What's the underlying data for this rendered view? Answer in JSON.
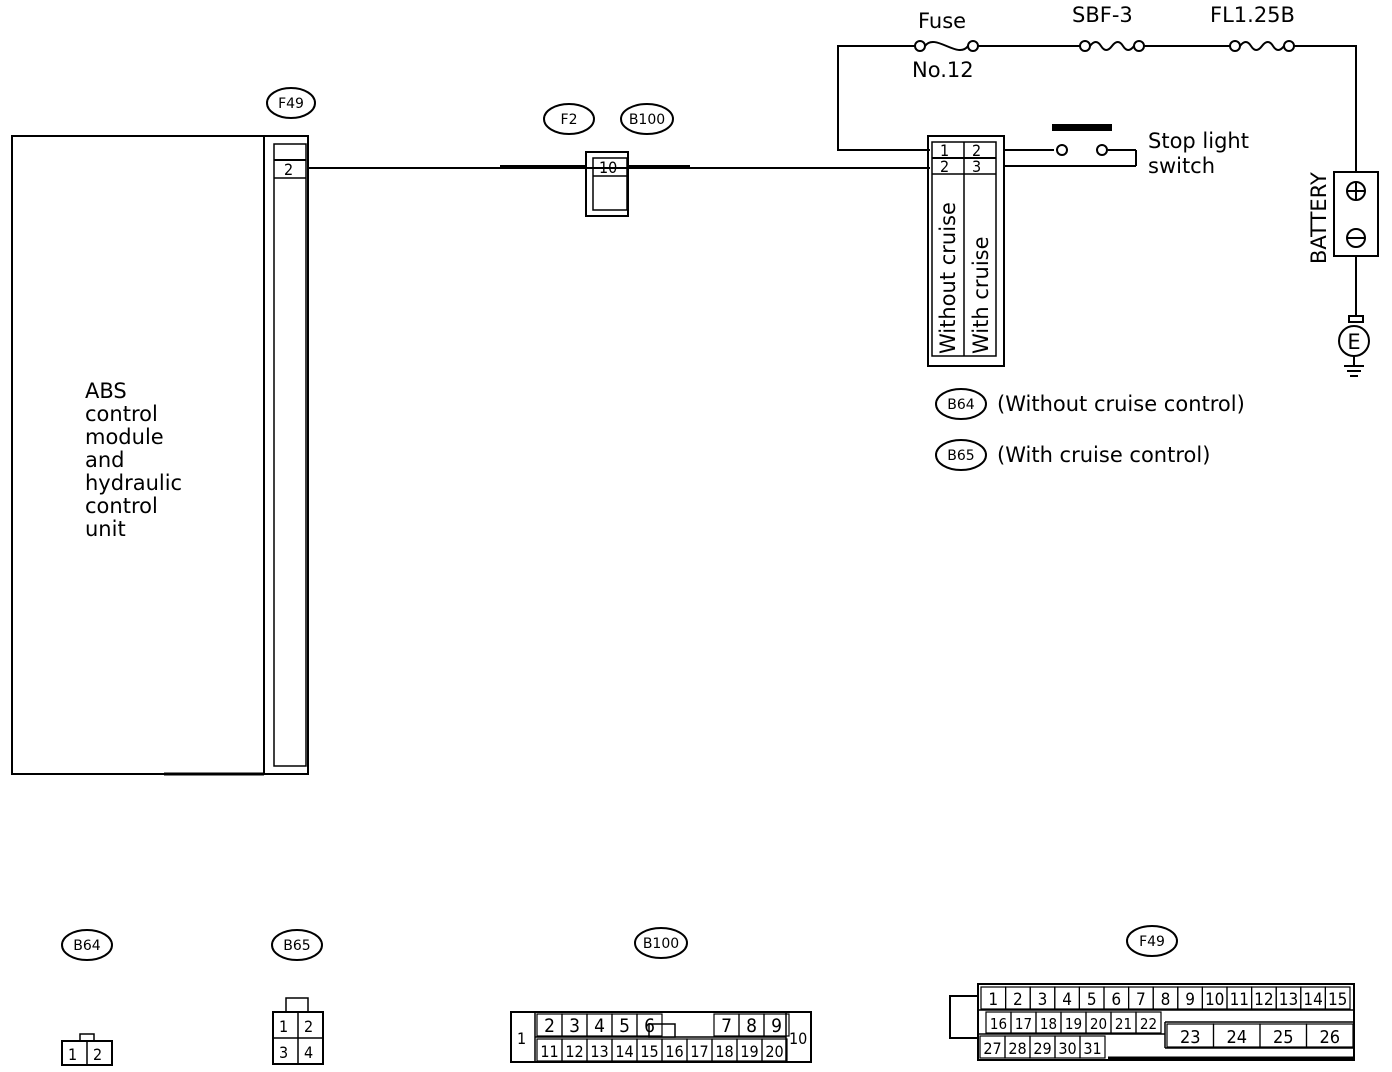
{
  "module": {
    "lines": [
      "ABS",
      "control",
      "module",
      "and",
      "hydraulic",
      "control",
      "unit"
    ]
  },
  "connectors": {
    "f49": {
      "id": "F49",
      "pin": "2"
    },
    "f2": {
      "id": "F2"
    },
    "b100": {
      "id": "B100",
      "pin": "10"
    },
    "switch_conn": {
      "top": [
        "1",
        "2"
      ],
      "bottom": [
        "2",
        "3"
      ],
      "col1": "Without cruise",
      "col2": "With cruise"
    }
  },
  "power": {
    "fuse_label": "Fuse",
    "fuse_no": "No.12",
    "sbf": "SBF-3",
    "fl": "FL1.25B",
    "battery": "BATTERY",
    "plus": "⊕",
    "minus": "⊖",
    "ground": "E"
  },
  "stop_light_switch": {
    "line1": "Stop light",
    "line2": "switch"
  },
  "legend": [
    {
      "id": "B64",
      "text": "(Without cruise control)"
    },
    {
      "id": "B65",
      "text": "(With cruise control)"
    }
  ],
  "pinouts": {
    "b64": {
      "id": "B64",
      "pins": [
        "1",
        "2"
      ]
    },
    "b65": {
      "id": "B65",
      "pins": [
        "1",
        "2",
        "3",
        "4"
      ]
    },
    "b100": {
      "id": "B100",
      "left": "1",
      "top": [
        "2",
        "3",
        "4",
        "5",
        "6",
        "7",
        "8",
        "9"
      ],
      "bottom": [
        "11",
        "12",
        "13",
        "14",
        "15",
        "16",
        "17",
        "18",
        "19",
        "20"
      ],
      "right": "10"
    },
    "f49": {
      "id": "F49",
      "row1": [
        "1",
        "2",
        "3",
        "4",
        "5",
        "6",
        "7",
        "8",
        "9",
        "10",
        "11",
        "12",
        "13",
        "14",
        "15"
      ],
      "row2": [
        "16",
        "17",
        "18",
        "19",
        "20",
        "21",
        "22"
      ],
      "row2b": [
        "23",
        "24",
        "25",
        "26"
      ],
      "row3": [
        "27",
        "28",
        "29",
        "30",
        "31"
      ]
    }
  }
}
